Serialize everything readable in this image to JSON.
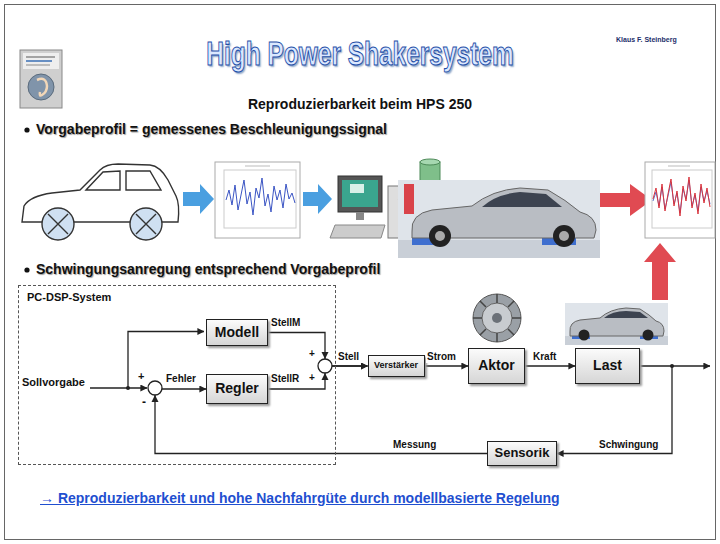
{
  "diagram": {
    "title": "High Power Shakersystem",
    "nodes": [
      {
        "text": [
          "PC-DSP-System"
        ]
      },
      {
        "text": [
          "Modell"
        ],
        "in": 0
      },
      {
        "text": [
          "Regler"
        ],
        "in": 0
      },
      {
        "text": [
          "Verstärker"
        ]
      },
      {
        "text": [
          "Aktor"
        ]
      },
      {
        "text": [
          "Last"
        ]
      },
      {
        "text": [
          "Sensorik"
        ]
      }
    ],
    "edges": [
      {
        "from": 1,
        "to": 3,
        "arrow": "to"
      },
      {
        "from": 2,
        "to": 3,
        "arrow": "to"
      },
      {
        "from": 3,
        "to": 4,
        "label": "Strom",
        "arrow": "to"
      },
      {
        "from": 4,
        "to": 5,
        "label": "Kraft",
        "arrow": "to"
      },
      {
        "from": 5,
        "to": 6,
        "label": "Schwingung",
        "arrow": "to"
      },
      {
        "from": 6,
        "to": 2,
        "label": "Messung",
        "arrow": "to"
      }
    ],
    "labels": [
      "Klaus F. Steinberg",
      "Reproduzierbarkeit beim HPS 250",
      "Vorgabeprofil = gemessenes Beschleunigungssignal",
      "Schwingungsanregung entsprechend Vorgabeprofil",
      "Sollvorgabe",
      "+",
      "Fehler",
      "-",
      "StellM",
      "StellR",
      "+",
      "+",
      "Stell",
      "→ Reproduzierbarkeit und hohe Nachfahrgüte durch modellbasierte Regelung"
    ]
  }
}
